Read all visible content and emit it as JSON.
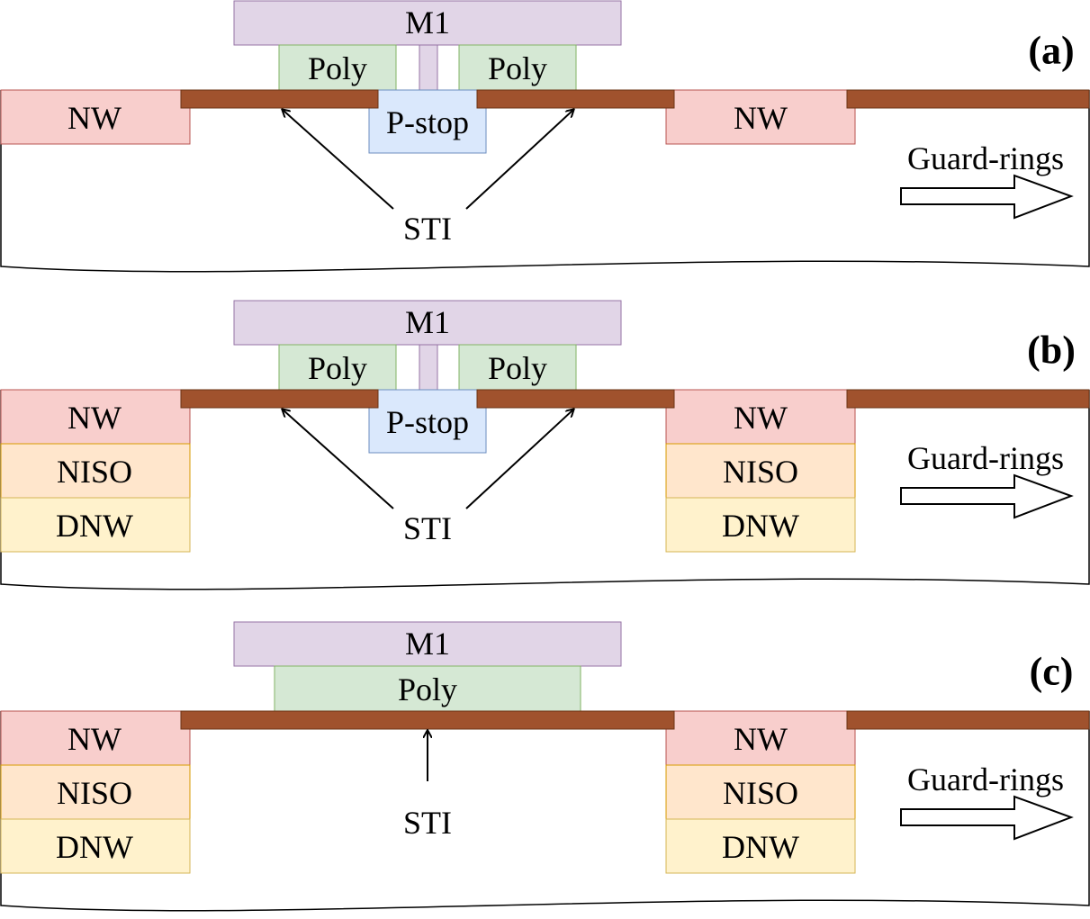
{
  "panels": [
    {
      "id": "a",
      "label": "(a)",
      "m1": "M1",
      "poly_left": "Poly",
      "poly_right": "Poly",
      "pstop": "P-stop",
      "wells_left": [
        "NW"
      ],
      "wells_right": [
        "NW"
      ],
      "sti": "STI",
      "guard": "Guard-rings"
    },
    {
      "id": "b",
      "label": "(b)",
      "m1": "M1",
      "poly_left": "Poly",
      "poly_right": "Poly",
      "pstop": "P-stop",
      "wells_left": [
        "NW",
        "NISO",
        "DNW"
      ],
      "wells_right": [
        "NW",
        "NISO",
        "DNW"
      ],
      "sti": "STI",
      "guard": "Guard-rings"
    },
    {
      "id": "c",
      "label": "(c)",
      "m1": "M1",
      "poly_center": "Poly",
      "wells_left": [
        "NW",
        "NISO",
        "DNW"
      ],
      "wells_right": [
        "NW",
        "NISO",
        "DNW"
      ],
      "sti": "STI",
      "guard": "Guard-rings"
    }
  ],
  "colors": {
    "m1_fill": "#e1d5e7",
    "m1_stroke": "#9673a6",
    "poly_fill": "#d5e8d4",
    "poly_stroke": "#82b366",
    "pstop_fill": "#dae8fc",
    "pstop_stroke": "#6c8ebf",
    "nw_fill": "#f8cecc",
    "nw_stroke": "#b85450",
    "niso_fill": "#ffe6cc",
    "niso_stroke": "#d79b00",
    "dnw_fill": "#fff2cc",
    "dnw_stroke": "#d6b656",
    "sti_fill": "#a0522d",
    "sti_stroke": "#6b3415"
  }
}
